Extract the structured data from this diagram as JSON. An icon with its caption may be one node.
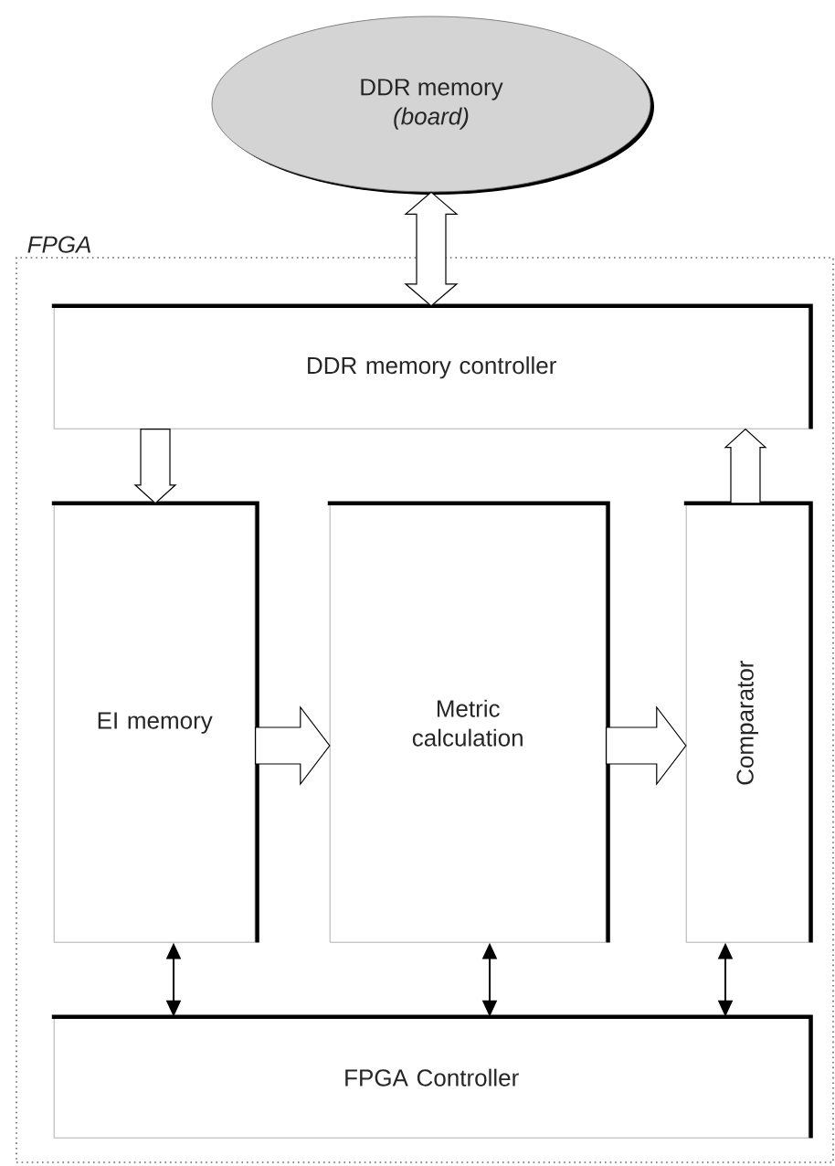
{
  "diagram": {
    "nodes": [
      {
        "text": [
          "FPGA"
        ]
      },
      {
        "text": [
          "DDR memory",
          "(board)"
        ]
      },
      {
        "text": [
          "DDR memory controller"
        ],
        "in": 0
      },
      {
        "text": [
          "EI memory"
        ],
        "in": 0
      },
      {
        "text": [
          "Metric calculation"
        ],
        "in": 0
      },
      {
        "text": [
          "Comparator"
        ],
        "in": 0
      },
      {
        "text": [
          "FPGA Controller"
        ],
        "in": 0
      }
    ],
    "edges": [
      {
        "from": 1,
        "to": 2,
        "arrow": "both",
        "style": "thick"
      },
      {
        "from": 2,
        "to": 3,
        "arrow": "to",
        "style": "thick"
      },
      {
        "from": 5,
        "to": 2,
        "arrow": "to",
        "style": "thick"
      },
      {
        "from": 3,
        "to": 4,
        "arrow": "to",
        "style": "thick"
      },
      {
        "from": 4,
        "to": 5,
        "arrow": "to",
        "style": "thick"
      },
      {
        "from": 3,
        "to": 6,
        "arrow": "both"
      },
      {
        "from": 4,
        "to": 6,
        "arrow": "both"
      },
      {
        "from": 5,
        "to": 6,
        "arrow": "both"
      }
    ]
  }
}
